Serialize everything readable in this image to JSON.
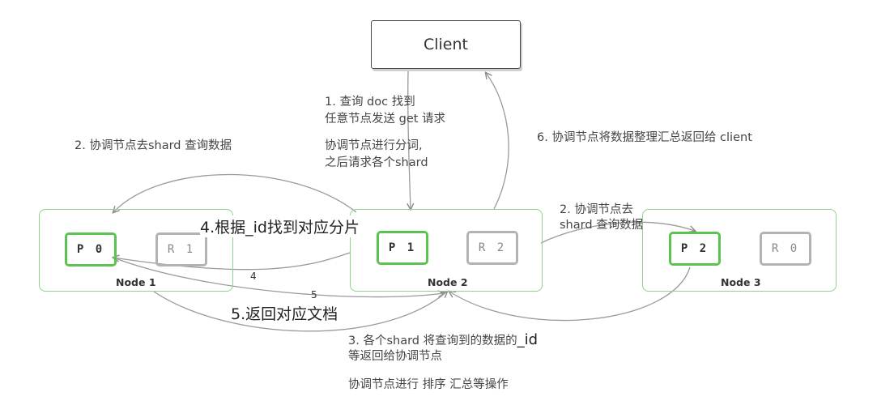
{
  "client": {
    "label": "Client"
  },
  "nodes": [
    {
      "label": "Node 1",
      "shards": [
        "P 0",
        "R 1"
      ]
    },
    {
      "label": "Node 2",
      "shards": [
        "P 1",
        "R 2"
      ]
    },
    {
      "label": "Node 3",
      "shards": [
        "P 2",
        "R 0"
      ]
    }
  ],
  "annotations": {
    "step1_line1": "1. 查询 doc 找到",
    "step1_line2": "任意节点发送 get 请求",
    "step1_line3": "协调节点进行分词,",
    "step1_line4": "之后请求各个shard",
    "step2_left": "2. 协调节点去shard 查询数据",
    "step2_right_line1": "2. 协调节点去",
    "step2_right_line2": "shard 查询数据",
    "step3_line1": "3. 各个shard 将查询到的数据的",
    "step3_id": "_id",
    "step3_line2": "等返回给协调节点",
    "step3_line3": "协调节点进行 排序 汇总等操作",
    "step4": "4.根据_id找到对应分片",
    "step4_num": "4",
    "step5": "5.返回对应文档",
    "step5_num": "5",
    "step6": "6. 协调节点将数据整理汇总返回给 client"
  },
  "colors": {
    "primary_border": "#5cc350",
    "node_border": "#8fd48a",
    "replica_border": "#b3b3b3",
    "arrow": "#9a9a9a"
  }
}
